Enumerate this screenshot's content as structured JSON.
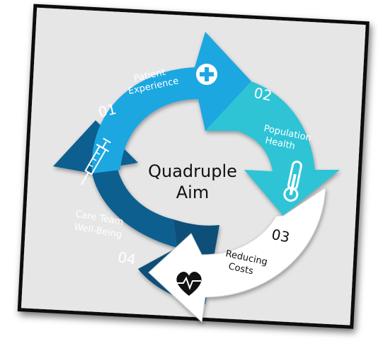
{
  "center": {
    "line1": "Quadruple",
    "line2": "Aim"
  },
  "steps": [
    {
      "number": "01",
      "line1": "Patient",
      "line2": "Experience",
      "icon": "plus-icon",
      "color": "#1ea7e1"
    },
    {
      "number": "02",
      "line1": "Population",
      "line2": "Health",
      "icon": "thermometer-icon",
      "color": "#2ec4d6"
    },
    {
      "number": "03",
      "line1": "Reducing",
      "line2": "Costs",
      "icon": "heart-pulse-icon",
      "color": "#ffffff"
    },
    {
      "number": "04",
      "line1": "Care Team",
      "line2": "Well-Being",
      "icon": "syringe-icon",
      "color": "#0d5f8f"
    }
  ],
  "colors": {
    "frame": "#e6e6e6",
    "frame_border": "#111111",
    "dark_text": "#111111"
  }
}
